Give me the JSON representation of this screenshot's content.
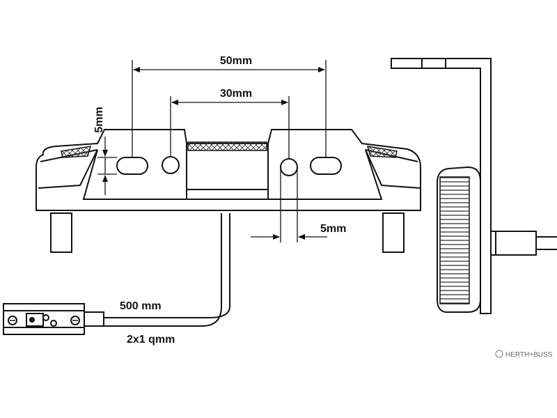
{
  "dimensions": {
    "overall_spacing": "50mm",
    "inner_spacing": "30mm",
    "slot_height": "5mm",
    "hole_offset": "5mm"
  },
  "cable": {
    "length": "500 mm",
    "cross_section": "2x1 qmm"
  },
  "branding": {
    "watermark": "HERTH+BUSS"
  },
  "colors": {
    "line": "#111111",
    "hatch": "#555555",
    "background": "#ffffff"
  }
}
